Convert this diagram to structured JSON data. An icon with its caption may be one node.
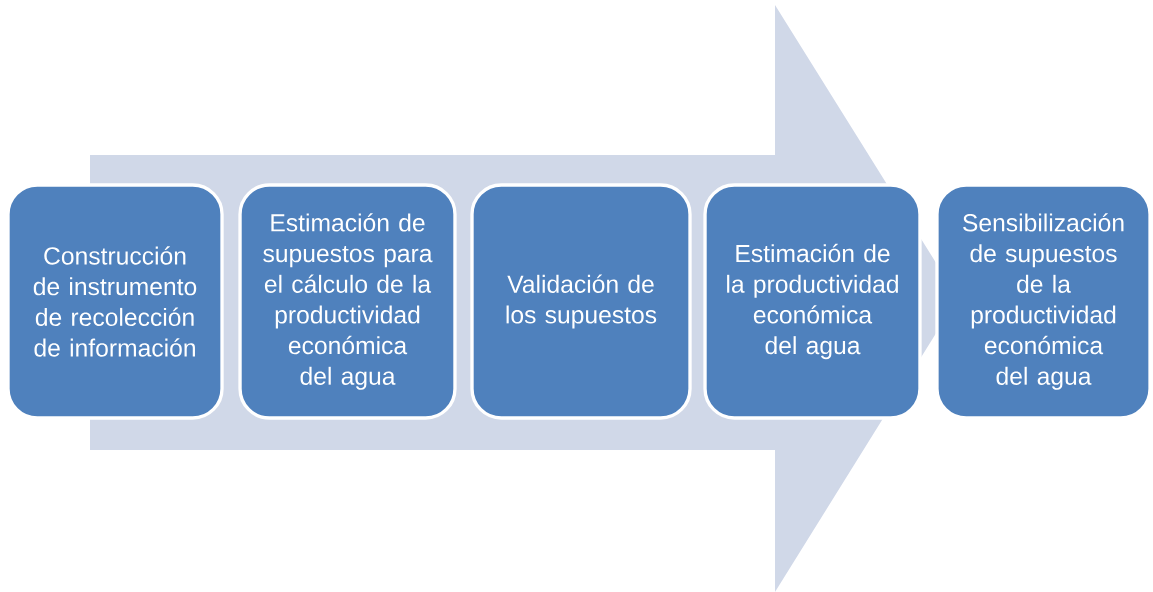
{
  "diagram": {
    "nodes": [
      {
        "text": [
          "Construcción de instrumento de recolección de información"
        ]
      },
      {
        "text": [
          "Estimación de supuestos para el cálculo de la productividad económica del agua"
        ]
      },
      {
        "text": [
          "Validación de los supuestos"
        ]
      },
      {
        "text": [
          "Estimación de la productividad económica del agua"
        ]
      },
      {
        "text": [
          "Sensibilización de supuestos de la productividad económica del agua"
        ]
      }
    ],
    "edges": [
      {
        "from": 0,
        "to": 4,
        "arrow": "to"
      }
    ]
  }
}
